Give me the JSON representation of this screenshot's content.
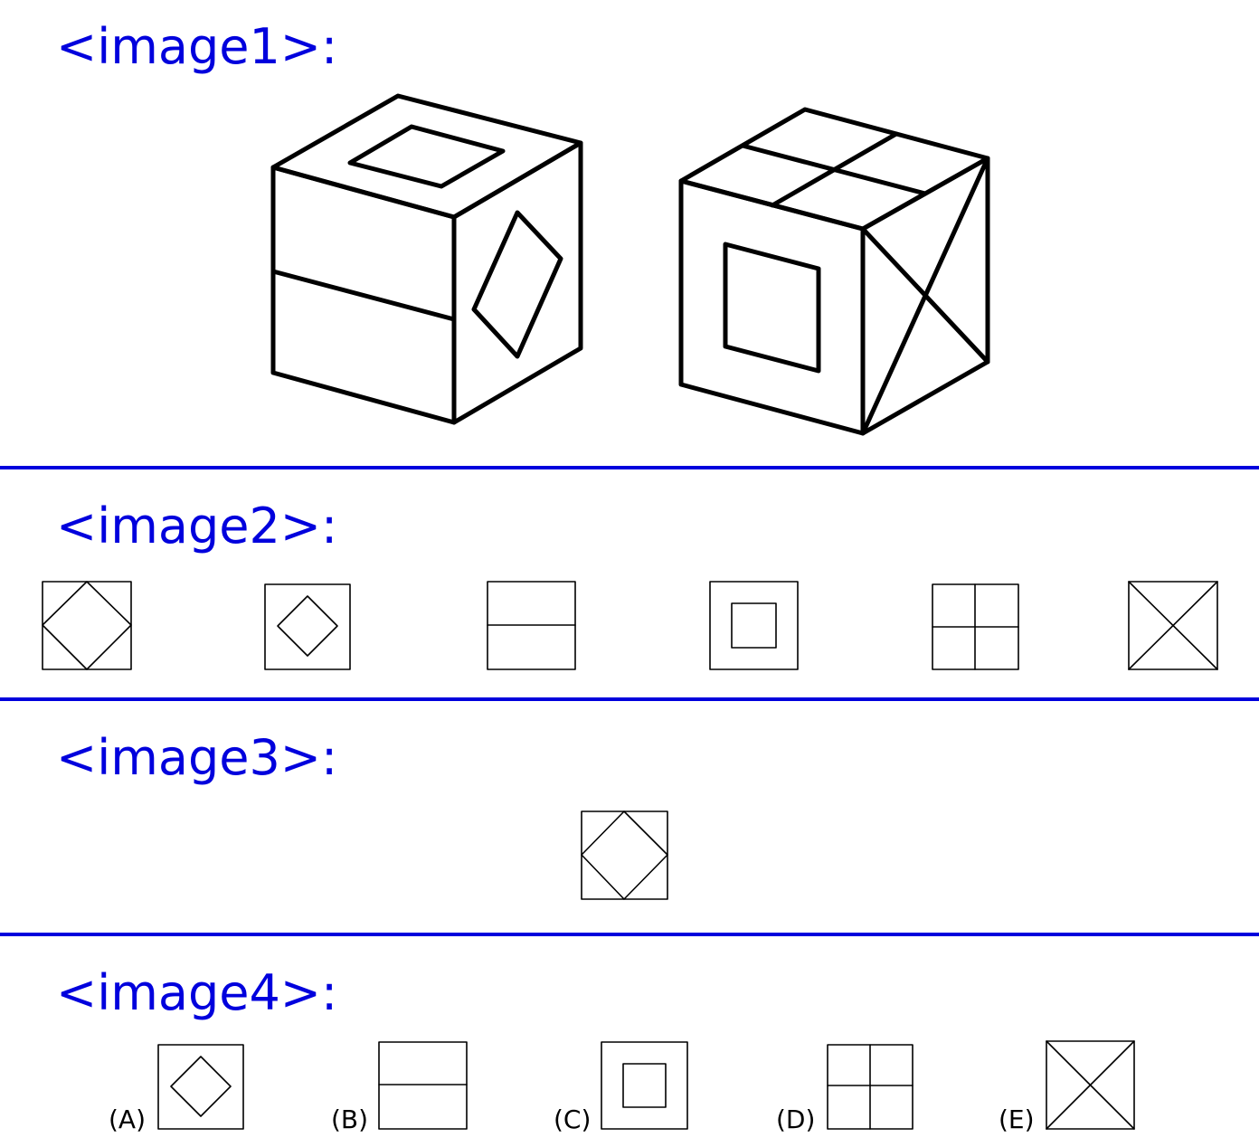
{
  "colors": {
    "accent": "#0000dd",
    "ink": "#000000",
    "background": "#ffffff"
  },
  "sections": {
    "image1": {
      "label": "<image1>:"
    },
    "image2": {
      "label": "<image2>:"
    },
    "image3": {
      "label": "<image3>:"
    },
    "image4": {
      "label": "<image4>:"
    }
  },
  "options": [
    {
      "letter": "(A)",
      "face": "small-diamond"
    },
    {
      "letter": "(B)",
      "face": "horizontal-split"
    },
    {
      "letter": "(C)",
      "face": "inner-square"
    },
    {
      "letter": "(D)",
      "face": "cross-grid"
    },
    {
      "letter": "(E)",
      "face": "diagonal-x"
    }
  ],
  "faces": [
    "big-diamond",
    "small-diamond",
    "horizontal-split",
    "inner-square",
    "cross-grid",
    "diagonal-x"
  ]
}
